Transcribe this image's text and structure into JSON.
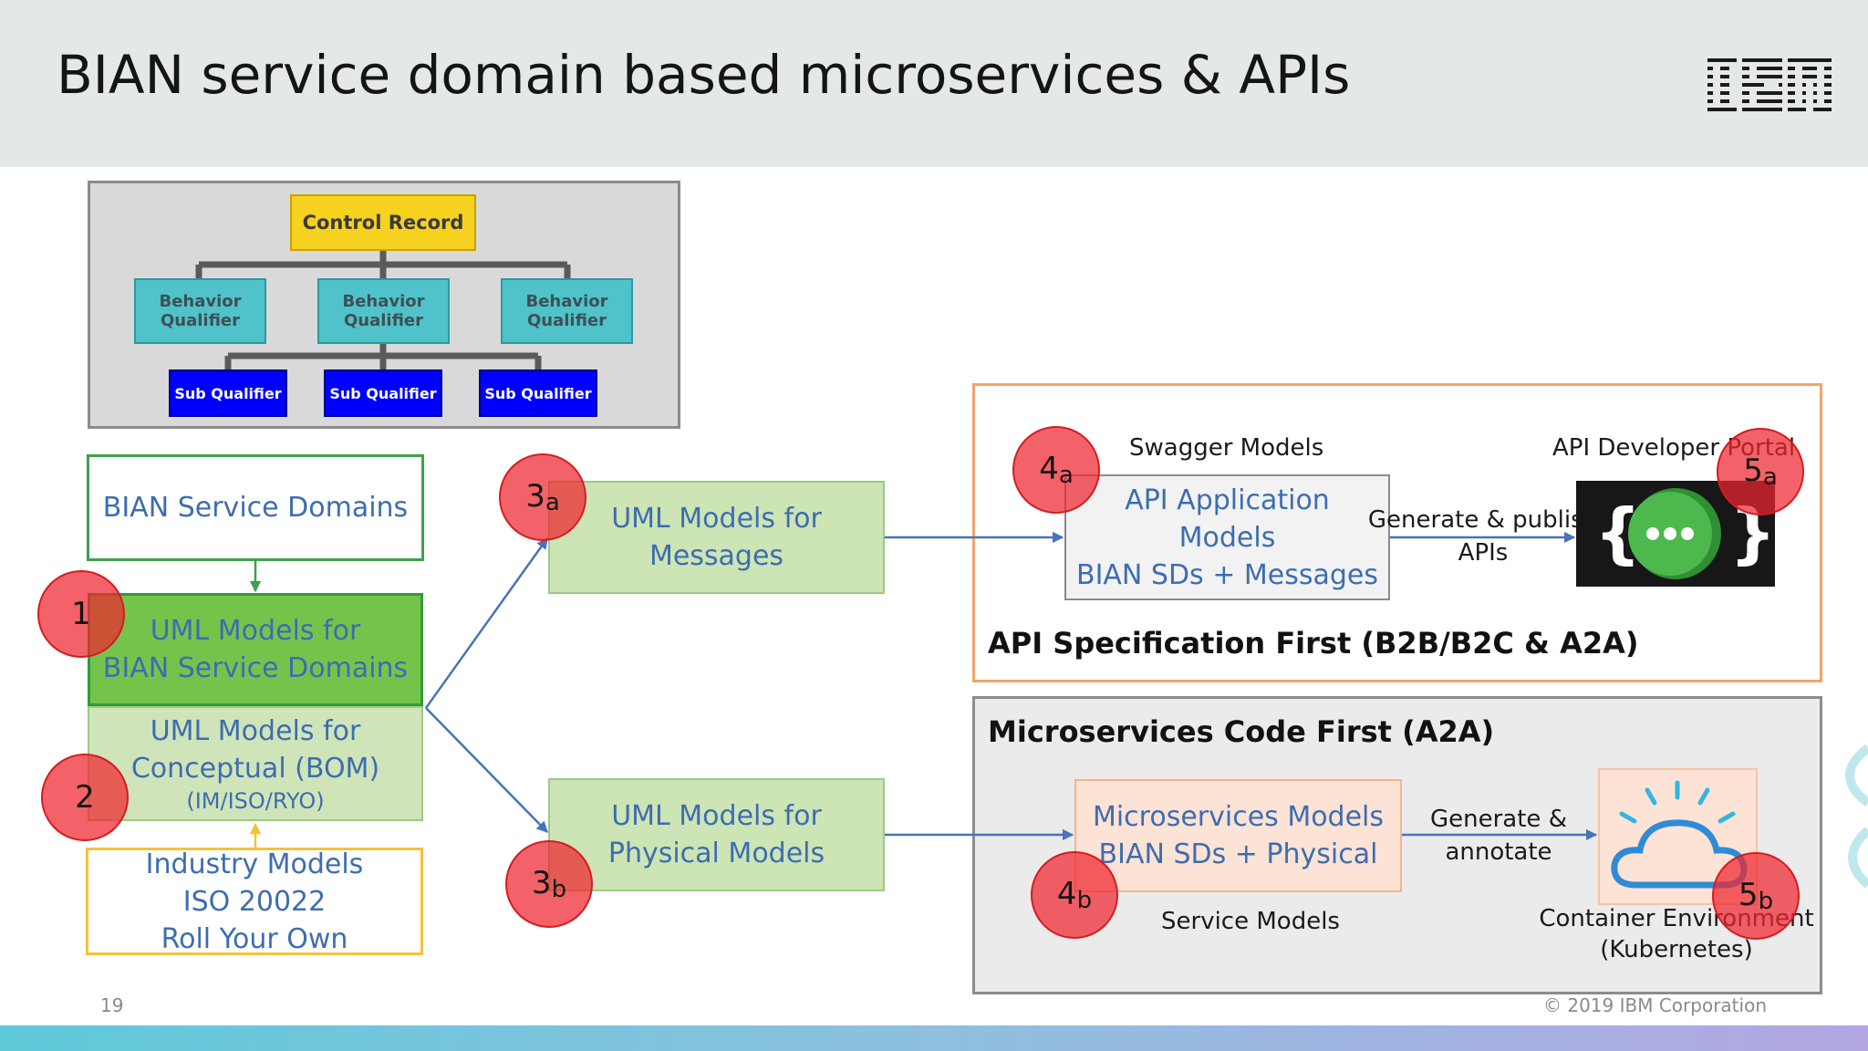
{
  "title": "BIAN service domain based microservices & APIs",
  "logo": "IBM",
  "hierarchy": {
    "control_record": "Control Record",
    "behavior_qualifiers": [
      [
        "Behavior",
        "Qualifier"
      ],
      [
        "Behavior",
        "Qualifier"
      ],
      [
        "Behavior",
        "Qualifier"
      ]
    ],
    "sub_qualifiers": [
      "Sub Qualifier",
      "Sub Qualifier",
      "Sub Qualifier"
    ]
  },
  "left_stack": {
    "bian_sd": "BIAN Service Domains",
    "uml_sd": [
      "UML Models for",
      "BIAN Service Domains"
    ],
    "uml_bom": [
      "UML Models for",
      "Conceptual (BOM)",
      "(IM/ISO/RYO)"
    ],
    "industry": [
      "Industry Models",
      "ISO 20022",
      "Roll Your Own"
    ]
  },
  "middle": {
    "messages": [
      "UML Models for",
      "Messages"
    ],
    "physical": [
      "UML Models for",
      "Physical Models"
    ]
  },
  "api_section": {
    "swagger_label": "Swagger Models",
    "api_app": [
      "API Application",
      "Models",
      "BIAN SDs + Messages"
    ],
    "generate_label": [
      "Generate & publish",
      "APIs"
    ],
    "portal_label": "API Developer Portal",
    "heading": "API Specification First (B2B/B2C & A2A)"
  },
  "ms_section": {
    "heading": "Microservices Code First (A2A)",
    "ms_models": [
      "Microservices Models",
      "BIAN SDs + Physical"
    ],
    "generate_label": [
      "Generate &",
      "annotate"
    ],
    "service_models_label": "Service Models",
    "container_label": [
      "Container Environment",
      "(Kubernetes)"
    ]
  },
  "badges": {
    "b1": {
      "num": "1",
      "sub": ""
    },
    "b2": {
      "num": "2",
      "sub": ""
    },
    "b3a": {
      "num": "3",
      "sub": "a"
    },
    "b3b": {
      "num": "3",
      "sub": "b"
    },
    "b4a": {
      "num": "4",
      "sub": "a"
    },
    "b4b": {
      "num": "4",
      "sub": "b"
    },
    "b5a": {
      "num": "5",
      "sub": "a"
    },
    "b5b": {
      "num": "5",
      "sub": "b"
    }
  },
  "footer": {
    "page": "19",
    "copyright": "© 2019 IBM Corporation"
  },
  "colors": {
    "badge_red": "#ee262e",
    "link_blue": "#3d6db0",
    "control_yellow": "#f7d11f",
    "behavior_teal": "#4fc3c9",
    "sub_blue": "#0000ff"
  }
}
